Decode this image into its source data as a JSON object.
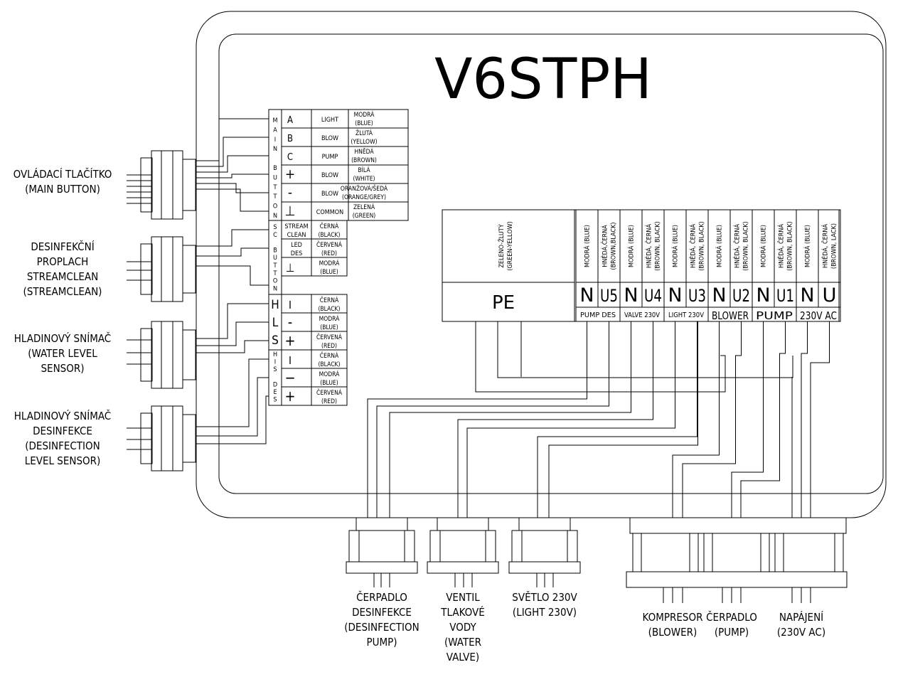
{
  "title": "V6STPH",
  "left_connectors": [
    {
      "lines": [
        "OVLÁDACÍ TLAČÍTKO",
        "(MAIN BUTTON)"
      ]
    },
    {
      "lines": [
        "DESINFEKČNÍ",
        "PROPLACH",
        "STREAMCLEAN",
        "(STREAMCLEAN)"
      ]
    },
    {
      "lines": [
        "HLADINOVÝ SNÍMAČ",
        "(WATER LEVEL",
        "SENSOR)"
      ]
    },
    {
      "lines": [
        "HLADINOVÝ SNÍMAČ",
        "DESINFEKCE",
        "(DESINFECTION",
        "LEVEL SENSOR)"
      ]
    }
  ],
  "bottom_connectors": [
    {
      "lines": [
        "ČERPADLO",
        "DESINFEKCE",
        "(DESINFECTION",
        "PUMP)"
      ]
    },
    {
      "lines": [
        "VENTIL",
        "TLAKOVÉ",
        "VODY",
        "(WATER",
        "VALVE)"
      ]
    },
    {
      "lines": [
        "SVĚTLO 230V",
        "(LIGHT 230V)"
      ]
    },
    {
      "lines": [
        "KOMPRESOR",
        "(BLOWER)"
      ]
    },
    {
      "lines": [
        "ČERPADLO",
        "(PUMP)"
      ]
    },
    {
      "lines": [
        "NAPÁJENÍ",
        "(230V AC)"
      ]
    }
  ],
  "terminal_groups": [
    {
      "label": "MAIN BUTTON",
      "letters": [
        "M",
        "A",
        "I",
        "N",
        "",
        "B",
        "U",
        "T",
        "T",
        "O",
        "N"
      ]
    },
    {
      "label": "SC BUTTON",
      "letters": [
        "S",
        "C",
        "",
        "B",
        "U",
        "T",
        "T",
        "O",
        "N"
      ]
    },
    {
      "label": "HLS",
      "letters": [
        "H",
        "L",
        "S"
      ]
    },
    {
      "label": "HIS DES",
      "letters": [
        "H",
        "I",
        "S",
        "",
        "D",
        "E",
        "S"
      ]
    }
  ],
  "terminal_rows": [
    {
      "symbol": "A",
      "function": "LIGHT",
      "color": [
        "MODRÁ",
        "(BLUE)"
      ]
    },
    {
      "symbol": "B",
      "function": "BLOW",
      "color": [
        "ŽLUTÁ",
        "(YELLOW)"
      ]
    },
    {
      "symbol": "C",
      "function": "PUMP",
      "color": [
        "HNĚDÁ",
        "(BROWN)"
      ]
    },
    {
      "symbol": "+",
      "function": "BLOW",
      "color": [
        "BÍLÁ",
        "(WHITE)"
      ]
    },
    {
      "symbol": "-",
      "function": "BLOW",
      "color": [
        "ORANŽOVÁ/ŠEDÁ",
        "(ORANGE/GREY)"
      ]
    },
    {
      "symbol": "⊥",
      "function": "COMMON",
      "color": [
        "ZELENÁ",
        "(GREEN)"
      ]
    }
  ],
  "sc_rows": [
    {
      "function": [
        "STREAM",
        "CLEAN"
      ],
      "color": [
        "ČERNÁ",
        "(BLACK)"
      ]
    },
    {
      "function": [
        "LED",
        "DES"
      ],
      "color": [
        "ČERVENÁ",
        "(RED)"
      ]
    },
    {
      "function": [
        "⊥"
      ],
      "color": [
        "MODRÁ",
        "(BLUE)"
      ]
    }
  ],
  "sensor_rows": [
    {
      "symbol": "I",
      "color": [
        "ČERNÁ",
        "(BLACK)"
      ]
    },
    {
      "symbol": "-",
      "color": [
        "MODRÁ",
        "(BLUE)"
      ]
    },
    {
      "symbol": "+",
      "color": [
        "ČERVENÁ",
        "(RED)"
      ]
    },
    {
      "symbol": "I",
      "color": [
        "ČERNÁ",
        "(BLACK)"
      ]
    },
    {
      "symbol": "−",
      "color": [
        "MODRÁ",
        "(BLUE)"
      ]
    },
    {
      "symbol": "+",
      "color": [
        "ČERVENÁ",
        "(RED)"
      ]
    }
  ],
  "power_block": {
    "pe_color": [
      "ZELENO-ŽLUTÝ",
      "(GREEN-YELLOW)"
    ],
    "pe_label": "PE",
    "columns": [
      {
        "terminal": "N",
        "color": [
          "MODRÁ (BLUE)"
        ]
      },
      {
        "terminal": "U5",
        "color": [
          "HNĚDÁ,ČERNÁ",
          "(BROWN,BLACK)"
        ]
      },
      {
        "terminal": "N",
        "color": [
          "MODRÁ (BLUE)"
        ]
      },
      {
        "terminal": "U4",
        "color": [
          "HNĚDÁ, ČERNÁ",
          "(BROWN, BLACK)"
        ]
      },
      {
        "terminal": "N",
        "color": [
          "MODRÁ (BLUE)"
        ]
      },
      {
        "terminal": "U3",
        "color": [
          "HNĚDÁ, ČERNÁ",
          "(BROWN, BLACK)"
        ]
      },
      {
        "terminal": "N",
        "color": [
          "MODRÁ (BLUE)"
        ]
      },
      {
        "terminal": "U2",
        "color": [
          "HNĚDÁ, ČERNÁ",
          "(BROWN, BLACK)"
        ]
      },
      {
        "terminal": "N",
        "color": [
          "MODRÁ (BLUE)"
        ]
      },
      {
        "terminal": "U1",
        "color": [
          "HNĚDÁ, ČERNÁ",
          "(BROWN, BLACK)"
        ]
      },
      {
        "terminal": "N",
        "color": [
          "MODRÁ (BLUE)"
        ]
      },
      {
        "terminal": "U",
        "color": [
          "HNĚDÁ, ČERNÁ",
          "(BROWN, LACK)"
        ]
      }
    ],
    "group_labels": [
      "PUMP DES",
      "VALVE 230V",
      "LIGHT 230V",
      "BLOWER",
      "PUMP",
      "230V AC"
    ]
  }
}
